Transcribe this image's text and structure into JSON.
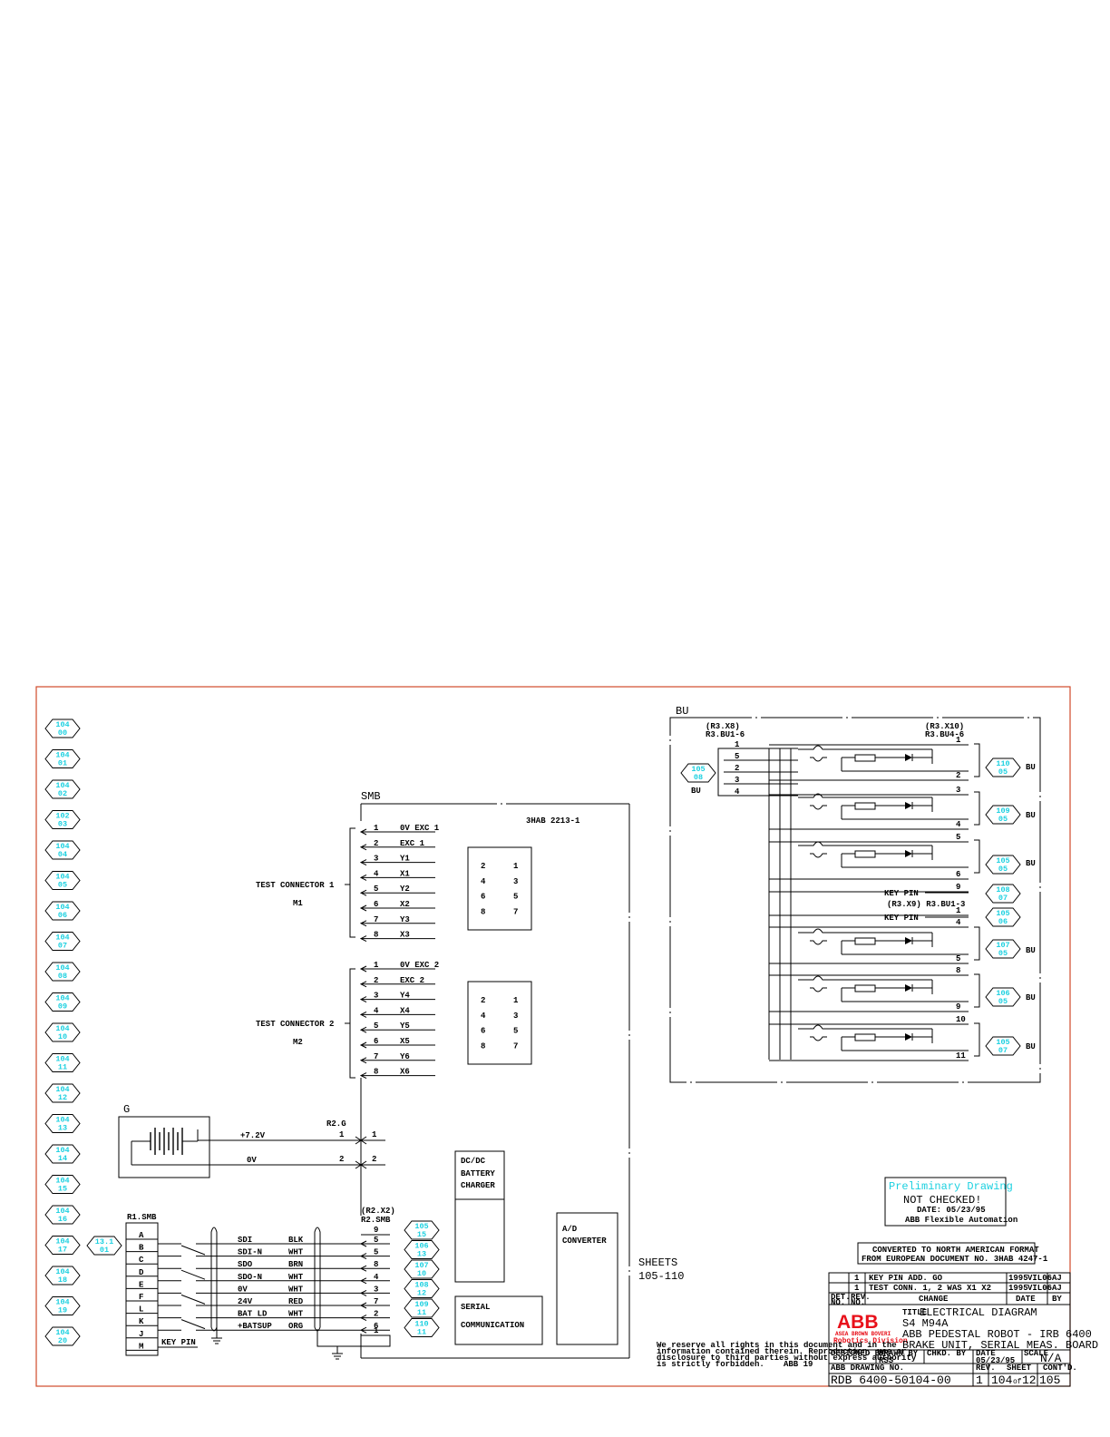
{
  "colors": {
    "frame": "#d04a2a",
    "tag_text": "#1bd0e0",
    "line": "#000000",
    "abb_red": "#e8101a"
  },
  "left_tags": [
    {
      "a": "104",
      "b": "00"
    },
    {
      "a": "104",
      "b": "01"
    },
    {
      "a": "104",
      "b": "02"
    },
    {
      "a": "102",
      "b": "03"
    },
    {
      "a": "104",
      "b": "04"
    },
    {
      "a": "104",
      "b": "05"
    },
    {
      "a": "104",
      "b": "06"
    },
    {
      "a": "104",
      "b": "07"
    },
    {
      "a": "104",
      "b": "08"
    },
    {
      "a": "104",
      "b": "09"
    },
    {
      "a": "104",
      "b": "10"
    },
    {
      "a": "104",
      "b": "11"
    },
    {
      "a": "104",
      "b": "12"
    },
    {
      "a": "104",
      "b": "13"
    },
    {
      "a": "104",
      "b": "14"
    },
    {
      "a": "104",
      "b": "15"
    },
    {
      "a": "104",
      "b": "16"
    },
    {
      "a": "104",
      "b": "17"
    },
    {
      "a": "104",
      "b": "18"
    },
    {
      "a": "104",
      "b": "19"
    },
    {
      "a": "104",
      "b": "20"
    }
  ],
  "smb": {
    "title": "SMB",
    "part_no": "3HAB 2213-1",
    "conn1_label": "TEST CONNECTOR 1",
    "conn1_sub": "M1",
    "conn2_label": "TEST CONNECTOR 2",
    "conn2_sub": "M2",
    "conn1_pins": [
      {
        "n": "1",
        "s": "0V EXC 1"
      },
      {
        "n": "2",
        "s": "EXC 1"
      },
      {
        "n": "3",
        "s": "Y1"
      },
      {
        "n": "4",
        "s": "X1"
      },
      {
        "n": "5",
        "s": "Y2"
      },
      {
        "n": "6",
        "s": "X2"
      },
      {
        "n": "7",
        "s": "Y3"
      },
      {
        "n": "8",
        "s": "X3"
      }
    ],
    "conn2_pins": [
      {
        "n": "1",
        "s": "0V EXC 2"
      },
      {
        "n": "2",
        "s": "EXC 2"
      },
      {
        "n": "3",
        "s": "Y4"
      },
      {
        "n": "4",
        "s": "X4"
      },
      {
        "n": "5",
        "s": "Y5"
      },
      {
        "n": "6",
        "s": "X5"
      },
      {
        "n": "7",
        "s": "Y6"
      },
      {
        "n": "8",
        "s": "X6"
      }
    ],
    "grid": [
      "2",
      "1",
      "4",
      "3",
      "6",
      "5",
      "8",
      "7"
    ],
    "dcdc": [
      "DC/DC",
      "BATTERY",
      "CHARGER"
    ],
    "ad": [
      "A/D",
      "CONVERTER"
    ],
    "serial": [
      "SERIAL",
      "COMMUNICATION"
    ],
    "sheets": [
      "SHEETS",
      "105-110"
    ]
  },
  "battery": {
    "title": "G",
    "plus": "+7.2V",
    "zero": "0V",
    "conn": "R2.G",
    "pins": [
      "1",
      "2"
    ]
  },
  "r1": {
    "title": "R1.SMB",
    "letters": [
      "A",
      "B",
      "C",
      "D",
      "E",
      "F",
      "L",
      "K",
      "J",
      "M"
    ],
    "key_pin": "KEY PIN",
    "signals": [
      {
        "s": "SDI",
        "c": "BLK",
        "p": "5"
      },
      {
        "s": "SDI-N",
        "c": "WHT",
        "p": "5"
      },
      {
        "s": "SDO",
        "c": "BRN",
        "p": "8"
      },
      {
        "s": "SDO-N",
        "c": "WHT",
        "p": "4"
      },
      {
        "s": "0V",
        "c": "WHT",
        "p": "3"
      },
      {
        "s": "24V",
        "c": "RED",
        "p": "7"
      },
      {
        "s": "BAT LD",
        "c": "WHT",
        "p": "2"
      },
      {
        "s": "+BATSUP",
        "c": "ORG",
        "p": "6"
      }
    ],
    "top_pin": "9",
    "bottom_pin": "1",
    "conn_a": "(R2.X2)",
    "conn_b": "R2.SMB",
    "tag_left": {
      "a": "13.1",
      "b": "01"
    },
    "tags_right": [
      {
        "a": "105",
        "b": "15"
      },
      {
        "a": "106",
        "b": "13"
      },
      {
        "a": "107",
        "b": "10"
      },
      {
        "a": "108",
        "b": "12"
      },
      {
        "a": "109",
        "b": "11"
      },
      {
        "a": "110",
        "b": "11"
      }
    ]
  },
  "bu": {
    "title": "BU",
    "left_a": "(R3.X8)",
    "left_b": "R3.BU1-6",
    "right_a": "(R3.X10)",
    "right_b": "R3.BU4-6",
    "left_pins": [
      "1",
      "5",
      "2",
      "3",
      "4"
    ],
    "in_tag": {
      "a": "105",
      "b": "08"
    },
    "in_label": "BU",
    "unit_label": "BU",
    "right_pins": [
      "1",
      "2",
      "3",
      "4",
      "5",
      "6",
      "9",
      "1",
      "4",
      "5",
      "8",
      "9",
      "10",
      "11"
    ],
    "key_pin_1": "KEY PIN",
    "key_pin_2": "KEY PIN",
    "x9": "(R3.X9) R3.BU1-3",
    "tags": [
      {
        "a": "110",
        "b": "05"
      },
      {
        "a": "109",
        "b": "05"
      },
      {
        "a": "105",
        "b": "05"
      },
      {
        "a": "108",
        "b": "07"
      },
      {
        "a": "105",
        "b": "06"
      },
      {
        "a": "107",
        "b": "05"
      },
      {
        "a": "106",
        "b": "05"
      },
      {
        "a": "105",
        "b": "07"
      }
    ]
  },
  "prelim": {
    "title": "Preliminary Drawing",
    "status": "NOT CHECKED!",
    "date": "DATE: 05/23/95",
    "org": "ABB Flexible Automation"
  },
  "converted": [
    "CONVERTED TO NORTH AMERICAN FORMAT",
    "FROM EUROPEAN DOCUMENT NO. 3HAB 4247-1"
  ],
  "revisions": [
    {
      "no": "1",
      "change": "KEY PIN ADD. GO",
      "date": "1995",
      "by_init": "VIL06",
      "by": "AJ"
    },
    {
      "no": "1",
      "change": "TEST CONN. 1, 2 WAS X1 X2",
      "date": "1995",
      "by_init": "VIL06",
      "by": "AJ"
    }
  ],
  "rev_headers": {
    "det": "DET.",
    "no": "NO.",
    "rev": "REV.",
    "change": "CHANGE",
    "date": "DATE",
    "by": "BY"
  },
  "title_block": {
    "logo": "ABB",
    "logo_sub1": "ASEA BROWN BOVERI",
    "logo_sub2": "Robotics Division",
    "title_label": "TITLE",
    "lines": [
      "ELECTRICAL DIAGRAM",
      "S4 M94A",
      "ABB PEDESTAL ROBOT - IRB 6400",
      "BRAKE UNIT, SERIAL MEAS. BOARD"
    ],
    "designed_by_label": "DESIGNED BY",
    "drawn_by_label": "DRAWN BY",
    "drawn_by": "RSS",
    "chkd_label": "CHKD. BY",
    "date_label": "DATE",
    "date": "05/23/95",
    "scale_label": "SCALE",
    "scale": "N/A",
    "dwg_label": "ABB DRAWING NO.",
    "dwg_no": "RDB 6400-50104-00",
    "rev_label": "REV.",
    "rev": "1",
    "sheet_label": "SHEET",
    "sheet": "104",
    "of": "of",
    "total": "12",
    "contd_label": "CONT'D.",
    "contd": "105"
  },
  "rights": [
    "We reserve all rights in this document and in the",
    "information contained therein. Reproduction, use or",
    "disclosure to third parties without express authority",
    "is strictly forbidden.",
    "ABB 19"
  ]
}
